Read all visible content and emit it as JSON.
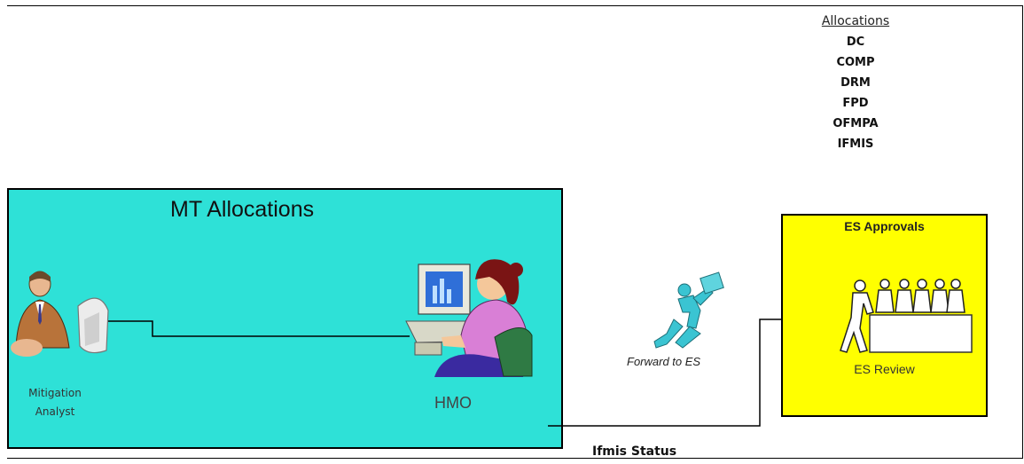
{
  "allocations": {
    "title": "Allocations",
    "items": [
      "DC",
      "COMP",
      "DRM",
      "FPD",
      "OFMPA",
      "IFMIS"
    ]
  },
  "mt_box": {
    "title": "MT Allocations",
    "color": "#2ee1d7",
    "analyst_label": [
      "Mitigation",
      "Analyst"
    ],
    "hmo_label": "HMO"
  },
  "es_box": {
    "title": "ES Approvals",
    "review_label": "ES Review",
    "color": "#ffff00"
  },
  "forward_label": "Forward to ES",
  "ifmis_status_label": "Ifmis Status"
}
